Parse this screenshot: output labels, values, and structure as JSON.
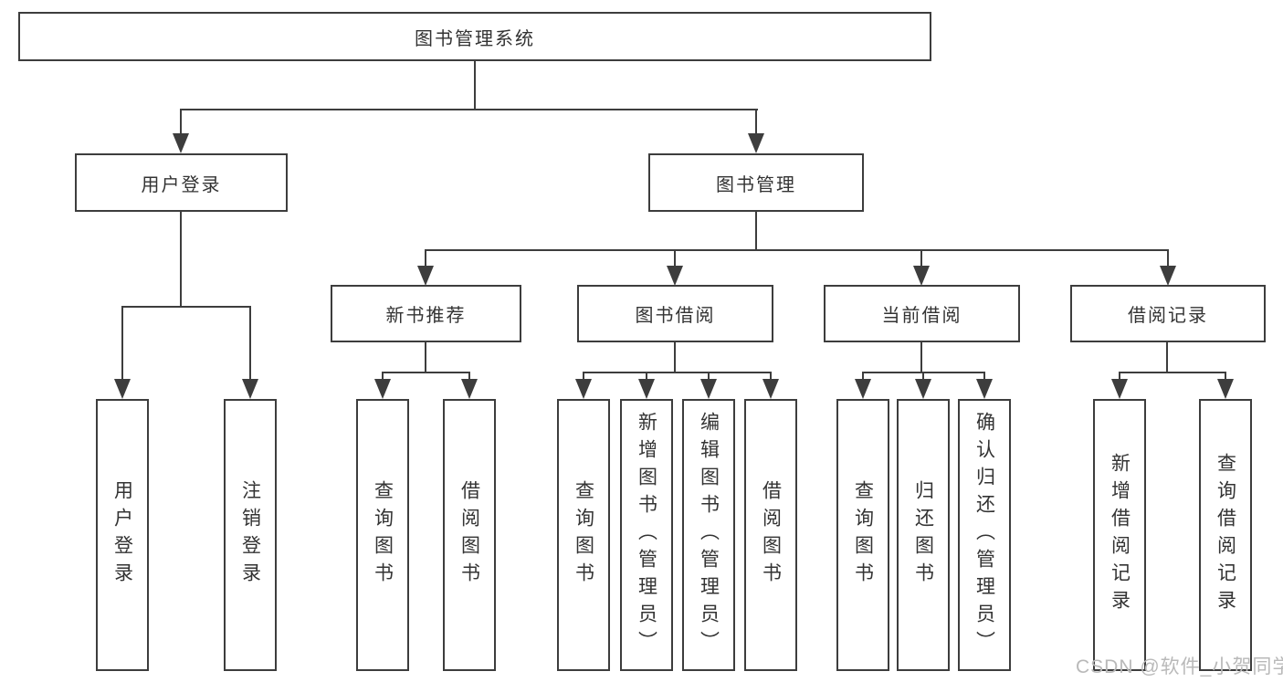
{
  "tree": {
    "root": {
      "label": "图书管理系统"
    },
    "branches": [
      {
        "label": "用户登录",
        "children": [
          {
            "label": "用户登录"
          },
          {
            "label": "注销登录"
          }
        ]
      },
      {
        "label": "图书管理",
        "children": [
          {
            "label": "新书推荐",
            "children": [
              {
                "label": "查询图书"
              },
              {
                "label": "借阅图书"
              }
            ]
          },
          {
            "label": "图书借阅",
            "children": [
              {
                "label": "查询图书"
              },
              {
                "label": "新增图书（管理员）"
              },
              {
                "label": "编辑图书（管理员）"
              },
              {
                "label": "借阅图书"
              }
            ]
          },
          {
            "label": "当前借阅",
            "children": [
              {
                "label": "查询图书"
              },
              {
                "label": "归还图书"
              },
              {
                "label": "确认归还（管理员）"
              }
            ]
          },
          {
            "label": "借阅记录",
            "children": [
              {
                "label": "新增借阅记录"
              },
              {
                "label": "查询借阅记录"
              }
            ]
          }
        ]
      }
    ]
  },
  "watermark": {
    "text": "CSDN @软件_小贺同学"
  },
  "colors": {
    "line": "#3d3d3d",
    "text": "#333333",
    "watermark": "#b9b9b9",
    "background": "#ffffff"
  }
}
